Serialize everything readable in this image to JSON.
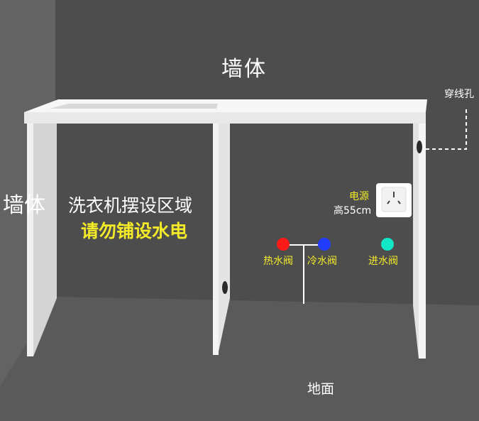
{
  "labels": {
    "wall_back": "墙体",
    "wall_left": "墙体",
    "laundry_area": "洗衣机摆设区域",
    "laundry_warning": "请勿铺设水电",
    "power_label": "电源",
    "power_height": "高55cm",
    "wire_hole": "穿线孔",
    "floor": "地面"
  },
  "valves": [
    {
      "label": "热水阀",
      "color": "#ff1a1a"
    },
    {
      "label": "冷水阀",
      "color": "#1f3cff"
    },
    {
      "label": "进水阀",
      "color": "#13e6c6"
    }
  ],
  "colors": {
    "background": "#4d4d4d",
    "counter": "#efefef",
    "accent_text": "#f3ea28"
  }
}
